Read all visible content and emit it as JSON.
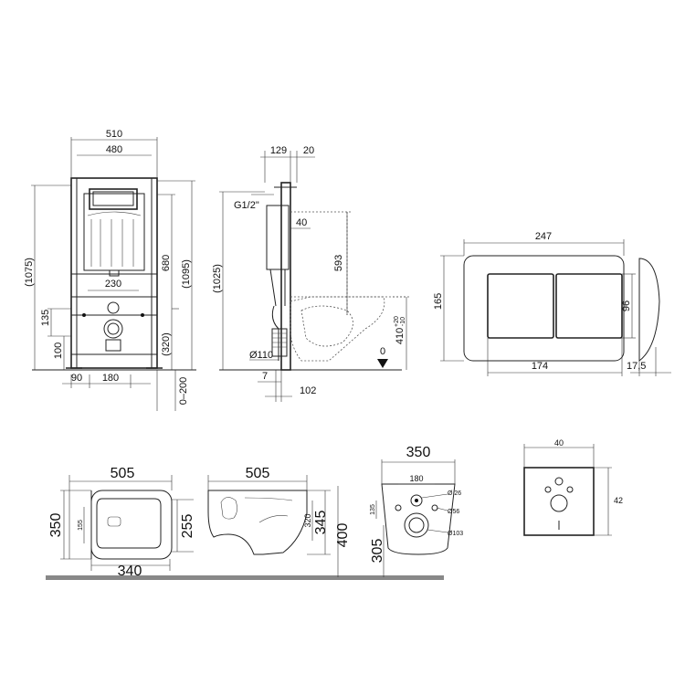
{
  "frame_front": {
    "width_outer": "510",
    "width_inner": "480",
    "height_total": "(1075)",
    "height_max": "(1095)",
    "height_680": "680",
    "width_230": "230",
    "drain_height": "(320)",
    "h135": "135",
    "h100": "100",
    "w90": "90",
    "w180": "180",
    "adjust": "0–200"
  },
  "frame_side": {
    "d129": "129",
    "d20": "20",
    "inlet": "G1/2\"",
    "d40": "40",
    "h593": "593",
    "h1025": "(1025)",
    "pipe": "Ø110",
    "d7": "7",
    "d102": "102",
    "h410": "410",
    "tol_plus": "+20",
    "tol_minus": "-10",
    "zero": "0"
  },
  "button_plate": {
    "width": "247",
    "height": "165",
    "inner_width": "174",
    "button_height": "96",
    "depth": "17,5"
  },
  "bowl_top": {
    "length": "505",
    "width": "350",
    "depth_back": "255",
    "bottom": "340",
    "inner": "155"
  },
  "bowl_side": {
    "length": "505",
    "h345": "345",
    "h320": "320",
    "h400": "400"
  },
  "bowl_back": {
    "width": "350",
    "holes_spacing": "180",
    "h135": "135",
    "h305": "305",
    "d26": "Ø 26",
    "d56": "Ø56",
    "d103": "Ø103"
  },
  "wall_plate": {
    "width": "40",
    "height": "42"
  }
}
